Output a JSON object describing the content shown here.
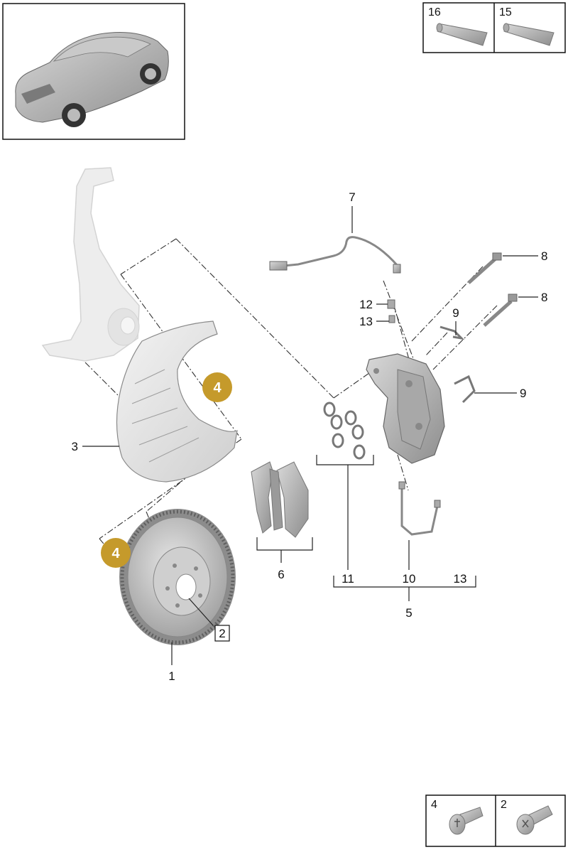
{
  "inset_top_right": {
    "items": [
      {
        "label": "16"
      },
      {
        "label": "15"
      }
    ]
  },
  "inset_bottom_right": {
    "items": [
      {
        "label": "4"
      },
      {
        "label": "2"
      }
    ]
  },
  "callouts": {
    "c7": "7",
    "c8a": "8",
    "c8b": "8",
    "c12": "12",
    "c13a": "13",
    "c9a": "9",
    "c9b": "9",
    "c3": "3",
    "c4a": "4",
    "c4b": "4",
    "c6": "6",
    "c11": "11",
    "c10": "10",
    "c13b": "13",
    "c5": "5",
    "c2": "2",
    "c1": "1"
  },
  "colors": {
    "badge": "#c59a2b",
    "part_grey": "#bdbdbd",
    "knuckle": "#e4e4e4"
  },
  "icons": [
    "car-thumbnail",
    "sleeve-16-icon",
    "sleeve-15-icon",
    "bolt-4-icon",
    "bolt-2-icon"
  ]
}
